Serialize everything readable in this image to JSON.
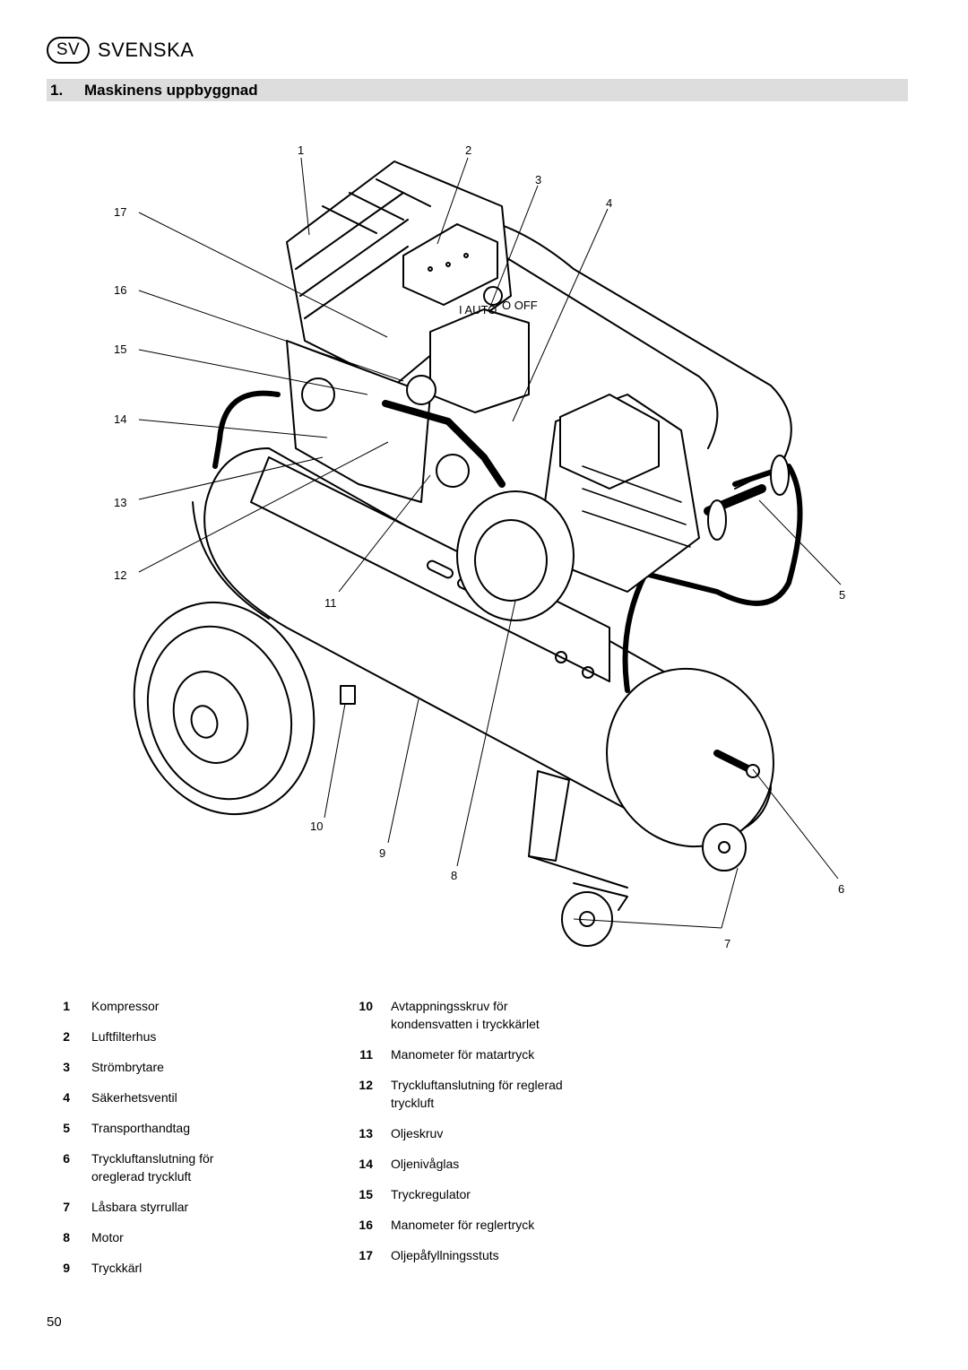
{
  "header": {
    "lang_code": "SV",
    "lang_name": "SVENSKA"
  },
  "section": {
    "number": "1.",
    "title": "Maskinens uppbyggnad"
  },
  "figure": {
    "callouts": [
      "1",
      "2",
      "3",
      "4",
      "5",
      "6",
      "7",
      "8",
      "9",
      "10",
      "11",
      "12",
      "13",
      "14",
      "15",
      "16",
      "17"
    ],
    "switch_labels": [
      "I AUTO",
      "O OFF"
    ]
  },
  "legend": {
    "left": [
      {
        "num": "1",
        "text": "Kompressor"
      },
      {
        "num": "2",
        "text": "Luftfilterhus"
      },
      {
        "num": "3",
        "text": "Strömbrytare"
      },
      {
        "num": "4",
        "text": "Säkerhetsventil"
      },
      {
        "num": "5",
        "text": "Transporthandtag"
      },
      {
        "num": "6",
        "text": "Tryckluftanslutning för\noreglerad tryckluft"
      },
      {
        "num": "7",
        "text": "Låsbara styrrullar"
      },
      {
        "num": "8",
        "text": "Motor"
      },
      {
        "num": "9",
        "text": "Tryckkärl"
      }
    ],
    "right": [
      {
        "num": "10",
        "text": "Avtappningsskruv för\nkondensvatten i tryckkärlet"
      },
      {
        "num": "11",
        "text": "Manometer för matartryck"
      },
      {
        "num": "12",
        "text": "Tryckluftanslutning för reglerad\ntryckluft"
      },
      {
        "num": "13",
        "text": "Oljeskruv"
      },
      {
        "num": "14",
        "text": "Oljenivåglas"
      },
      {
        "num": "15",
        "text": "Tryckregulator"
      },
      {
        "num": "16",
        "text": "Manometer för reglertryck"
      },
      {
        "num": "17",
        "text": "Oljepåfyllningsstuts"
      }
    ]
  },
  "page_number": "50"
}
